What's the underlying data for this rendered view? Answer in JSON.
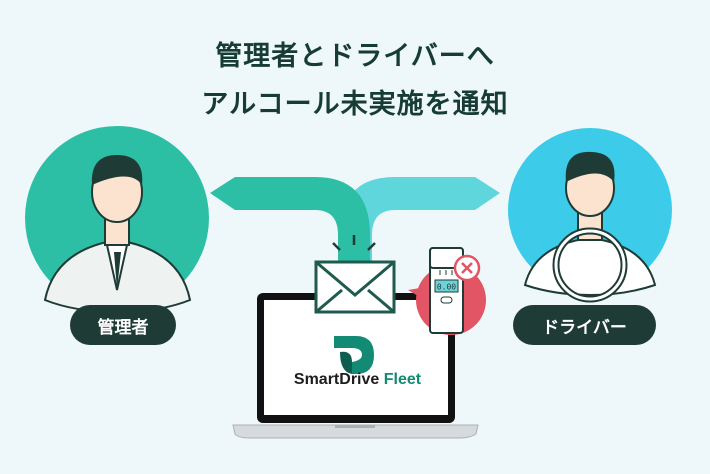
{
  "title": {
    "line1": "管理者とドライバーへ",
    "line2": "アルコール未実施を通知"
  },
  "labels": {
    "manager": "管理者",
    "driver": "ドライバー"
  },
  "brand": {
    "name": "SmartDrive",
    "product": "Fleet"
  },
  "device": {
    "reading": "0.00"
  },
  "colors": {
    "manager_circle": "#2cbfa5",
    "driver_circle": "#3ccbe8",
    "alert": "#e15564",
    "dark": "#1f3b36"
  }
}
